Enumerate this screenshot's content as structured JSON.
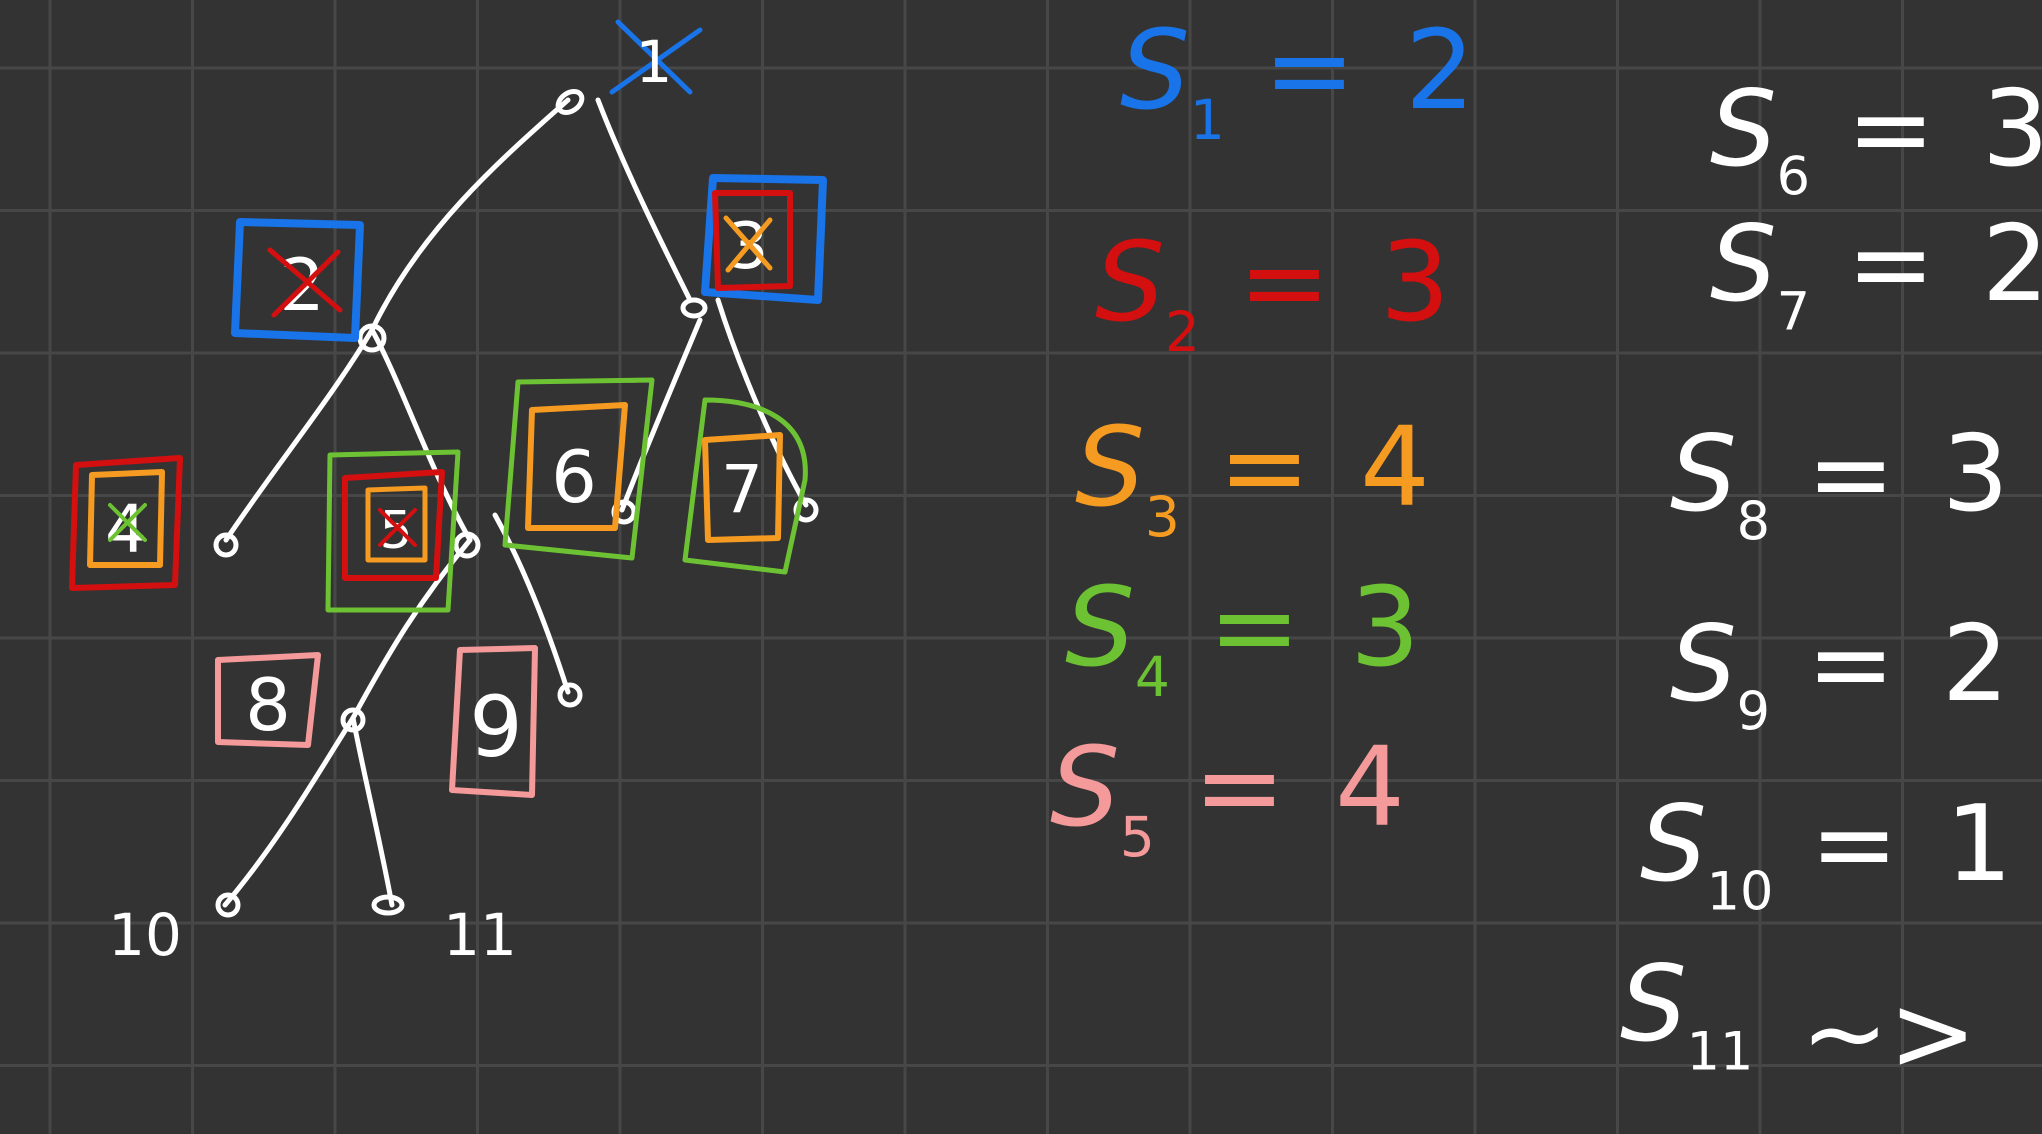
{
  "colors": {
    "background": "#333333",
    "grid": "#474747",
    "ink_white": "#ffffff",
    "ink_blue": "#1874e8",
    "ink_red": "#d40f0f",
    "ink_orange": "#f59b22",
    "ink_green": "#6dc234",
    "ink_pink": "#f49a9a"
  },
  "tree": {
    "root_mark": "✕",
    "nodes": [
      {
        "id": "1",
        "label": "1",
        "mark": "✕"
      },
      {
        "id": "2",
        "label": "2",
        "mark": "✕"
      },
      {
        "id": "3",
        "label": "3",
        "mark": "✕"
      },
      {
        "id": "4",
        "label": "4",
        "mark": "✕"
      },
      {
        "id": "5",
        "label": "5",
        "mark": "✕"
      },
      {
        "id": "6",
        "label": "6"
      },
      {
        "id": "7",
        "label": "7"
      },
      {
        "id": "8",
        "label": "8"
      },
      {
        "id": "9",
        "label": "9"
      },
      {
        "id": "10",
        "label": "10"
      },
      {
        "id": "11",
        "label": "11"
      }
    ],
    "edges": [
      [
        "1",
        "2"
      ],
      [
        "1",
        "3"
      ],
      [
        "2",
        "4"
      ],
      [
        "2",
        "5"
      ],
      [
        "3",
        "6"
      ],
      [
        "3",
        "7"
      ],
      [
        "5",
        "8"
      ],
      [
        "5",
        "9"
      ],
      [
        "8",
        "10"
      ],
      [
        "8",
        "11"
      ]
    ]
  },
  "middle_equations": [
    {
      "label": "S",
      "sub": "1",
      "eq": "=",
      "value": "2",
      "color": "#1874e8"
    },
    {
      "label": "S",
      "sub": "2",
      "eq": "=",
      "value": "3",
      "color": "#d40f0f"
    },
    {
      "label": "S",
      "sub": "3",
      "eq": "=",
      "value": "4",
      "color": "#f59b22"
    },
    {
      "label": "S",
      "sub": "4",
      "eq": "=",
      "value": "3",
      "color": "#6dc234"
    },
    {
      "label": "S",
      "sub": "5",
      "eq": "=",
      "value": "4",
      "color": "#f49a9a"
    }
  ],
  "right_equations": [
    {
      "label": "S",
      "sub": "6",
      "eq": "=",
      "value": "3"
    },
    {
      "label": "S",
      "sub": "7",
      "eq": "=",
      "value": "2"
    },
    {
      "label": "S",
      "sub": "8",
      "eq": "=",
      "value": "3"
    },
    {
      "label": "S",
      "sub": "9",
      "eq": "=",
      "value": "2"
    },
    {
      "label": "S",
      "sub": "10",
      "eq": "=",
      "value": "1"
    },
    {
      "label": "S",
      "sub": "11",
      "eq": "",
      "value": "~>"
    }
  ]
}
